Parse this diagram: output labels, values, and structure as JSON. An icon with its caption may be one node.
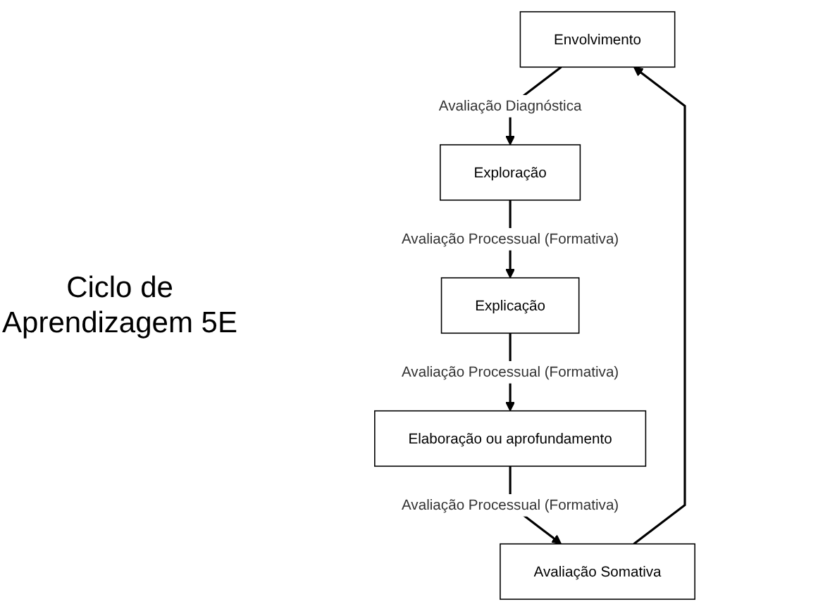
{
  "diagram": {
    "nodes": [
      {
        "text": [
          "Envolvimento"
        ]
      },
      {
        "text": [
          "Exploração"
        ]
      },
      {
        "text": [
          "Explicação"
        ]
      },
      {
        "text": [
          "Elaboração ou aprofundamento"
        ]
      },
      {
        "text": [
          "Avaliação Somativa"
        ]
      }
    ],
    "edges": [
      {
        "from": 0,
        "to": 1,
        "arrow": "to",
        "label": "Avaliação Diagnóstica"
      },
      {
        "from": 1,
        "to": 2,
        "arrow": "to",
        "label": "Avaliação Processual (Formativa)"
      },
      {
        "from": 2,
        "to": 3,
        "arrow": "to",
        "label": "Avaliação Processual (Formativa)"
      },
      {
        "from": 3,
        "to": 4,
        "arrow": "to",
        "label": "Avaliação Processual (Formativa)"
      },
      {
        "from": 4,
        "to": 0,
        "arrow": "to"
      }
    ],
    "labels": [
      "Ciclo de Aprendizagem 5E"
    ]
  }
}
